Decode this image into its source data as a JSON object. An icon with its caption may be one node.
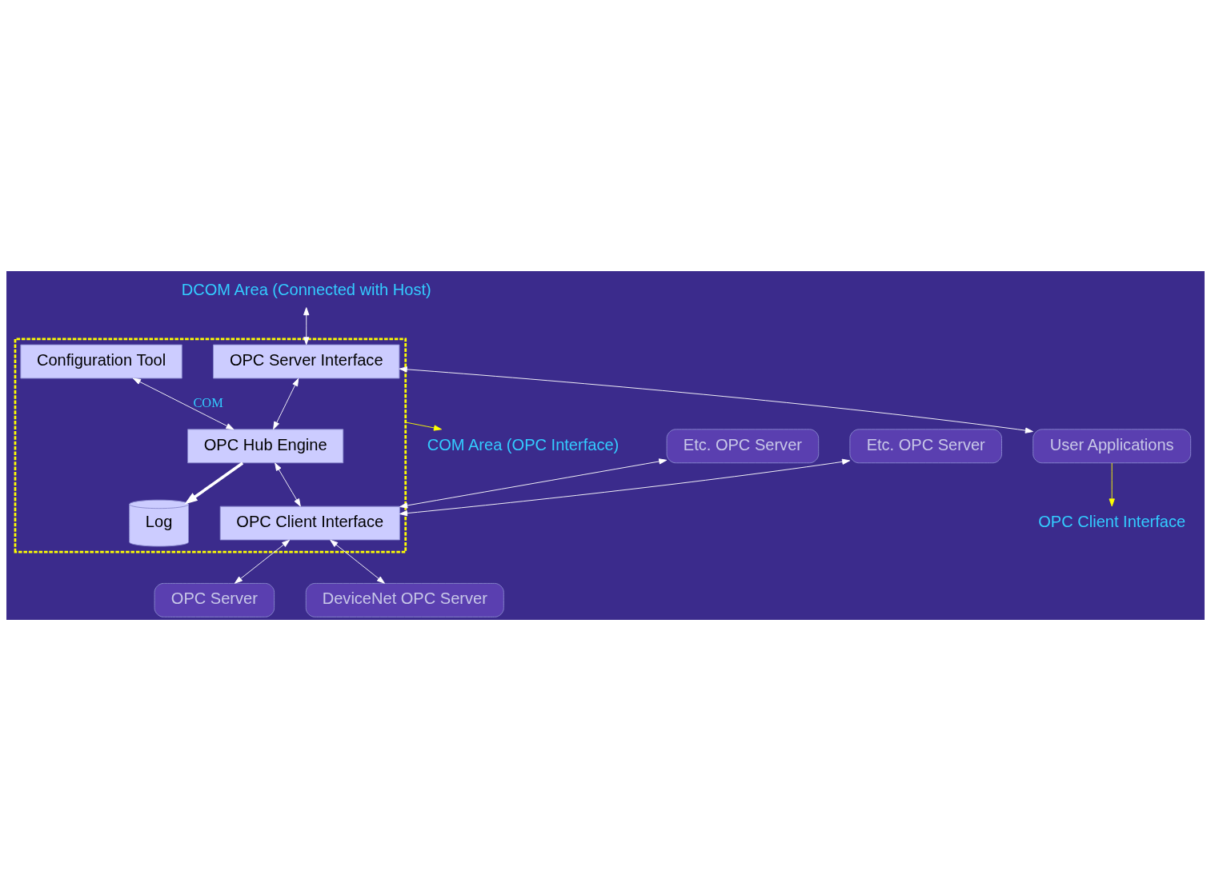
{
  "diagram": {
    "nodes": [
      {
        "text": [],
        "shape": "box"
      },
      {
        "text": [
          "Configuration Tool"
        ],
        "in": 0
      },
      {
        "text": [
          "OPC Server Interface"
        ],
        "in": 0
      },
      {
        "text": [
          "OPC Hub Engine"
        ],
        "in": 0
      },
      {
        "text": [
          "Log"
        ],
        "in": 0
      },
      {
        "text": [
          "OPC Client Interface"
        ],
        "in": 0
      },
      {
        "text": [
          "Etc. OPC Server"
        ]
      },
      {
        "text": [
          "Etc. OPC Server"
        ]
      },
      {
        "text": [
          "User Applications"
        ]
      },
      {
        "text": [
          "OPC Server"
        ]
      },
      {
        "text": [
          "DeviceNet OPC Server"
        ]
      },
      {
        "text": [
          "DCOM Area (Connected with Host)"
        ]
      },
      {
        "text": [
          "OPC Client Interface"
        ]
      },
      {
        "text": [
          "COM Area (OPC Interface)"
        ]
      }
    ],
    "edges": [
      {
        "from": 11,
        "to": 2,
        "arrow": "both"
      },
      {
        "from": 8,
        "to": 12,
        "arrow": "to",
        "color": "#ffff00"
      },
      {
        "from": 1,
        "to": 3,
        "arrow": "both",
        "label": "COM"
      },
      {
        "from": 2,
        "to": 3,
        "arrow": "both"
      },
      {
        "from": 2,
        "to": 8,
        "arrow": "both"
      },
      {
        "from": 3,
        "to": 4,
        "arrow": "to",
        "style": "thick"
      },
      {
        "from": 3,
        "to": 5,
        "arrow": "both"
      },
      {
        "from": 6,
        "to": 5,
        "arrow": "both"
      },
      {
        "from": 7,
        "to": 5,
        "arrow": "both"
      },
      {
        "from": 5,
        "to": 9,
        "arrow": "both"
      },
      {
        "from": 5,
        "to": 10,
        "arrow": "both"
      },
      {
        "from": 0,
        "to": 13,
        "arrow": "to",
        "color": "#ffff00"
      }
    ]
  }
}
